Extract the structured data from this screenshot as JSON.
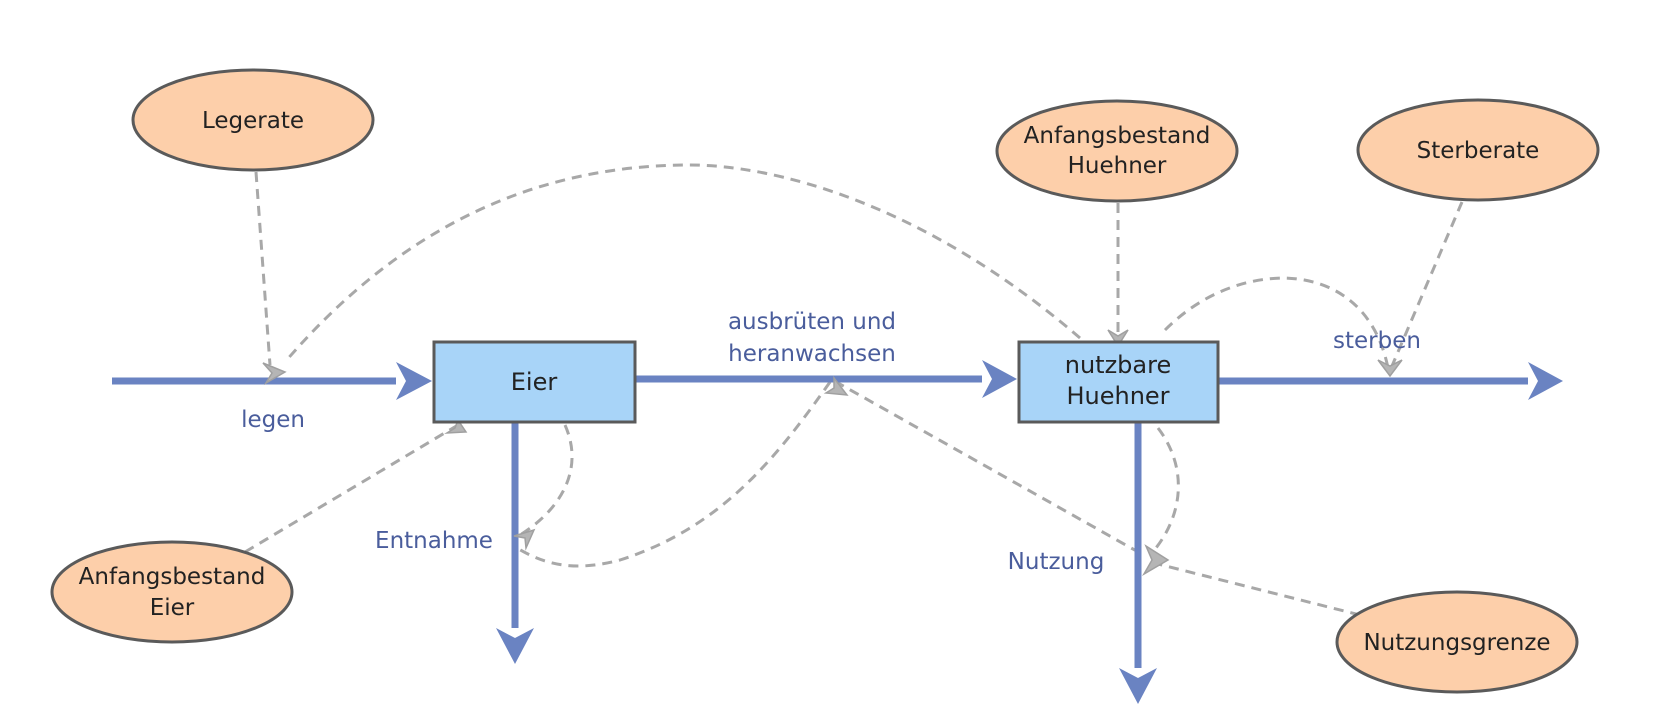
{
  "diagram": {
    "stocks": {
      "eier": "Eier",
      "huehner_line1": "nutzbare",
      "huehner_line2": "Huehner"
    },
    "flows": {
      "legen": "legen",
      "ausbrueten_line1": "ausbrüten und",
      "ausbrueten_line2": "heranwachsen",
      "entnahme": "Entnahme",
      "nutzung": "Nutzung",
      "sterben": "sterben"
    },
    "auxiliaries": {
      "legerate": "Legerate",
      "anfang_eier_line1": "Anfangsbestand",
      "anfang_eier_line2": "Eier",
      "anfang_huehner_line1": "Anfangsbestand",
      "anfang_huehner_line2": "Huehner",
      "sterberate": "Sterberate",
      "nutzungsgrenze": "Nutzungsgrenze"
    },
    "colors": {
      "stock_fill": "#a8d4f8",
      "auxiliary_fill": "#fdcfaa",
      "flow_arrow": "#6a83c2",
      "flow_label": "#4a5d9c",
      "link_dashed": "#a8a8a8"
    }
  }
}
